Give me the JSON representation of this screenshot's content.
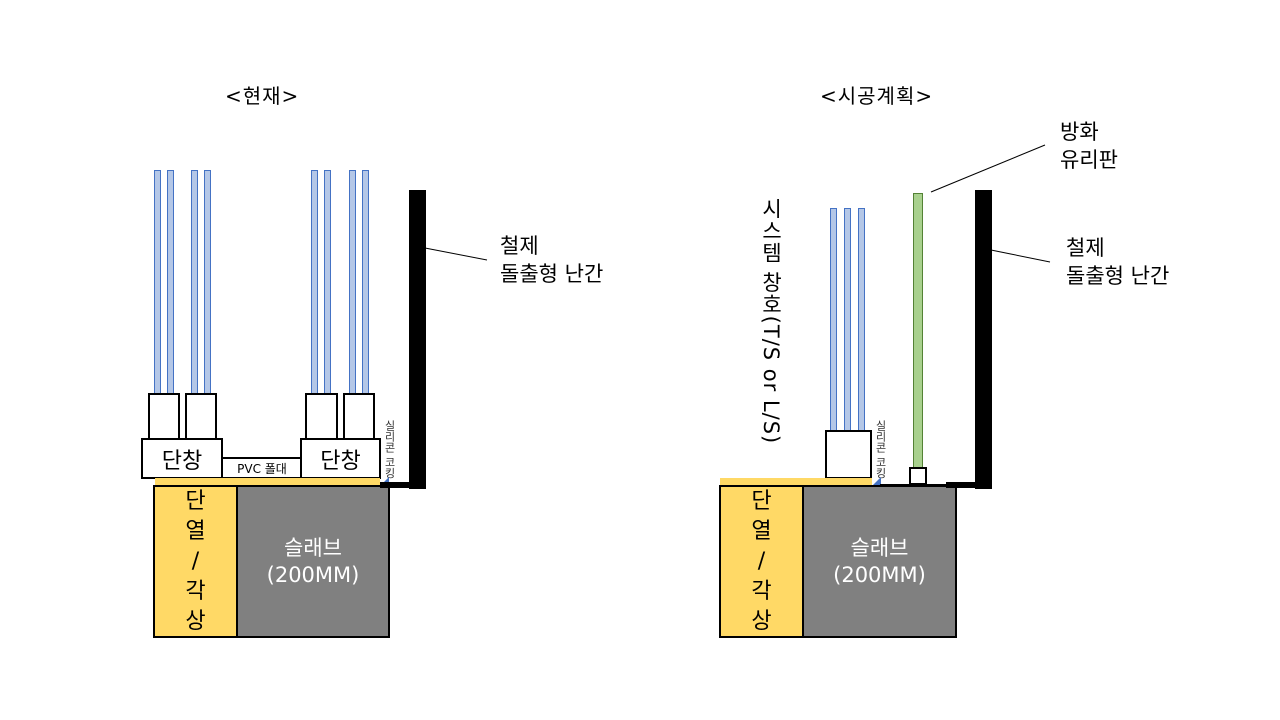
{
  "left": {
    "title": "<현재>",
    "window_label": "단창",
    "pvc_label": "PVC 폴대",
    "sealant_label": "실리콘 코킹",
    "insulation_chars": [
      "단",
      "열",
      "/",
      "각",
      "상"
    ],
    "slab_line1": "슬래브",
    "slab_line2": "(200MM)",
    "railing_line1": "철제",
    "railing_line2": "돌출형 난간"
  },
  "right": {
    "title": "<시공계획>",
    "window_label": "시스템 창호(T/S or L/S)",
    "sealant_label": "실리콘 코킹",
    "glass_line1": "방화",
    "glass_line2": "유리판",
    "insulation_chars": [
      "단",
      "열",
      "/",
      "각",
      "상"
    ],
    "slab_line1": "슬래브",
    "slab_line2": "(200MM)",
    "railing_line1": "철제",
    "railing_line2": "돌출형 난간"
  },
  "colors": {
    "glass": "#b4c7e7",
    "fire_glass": "#a9d18e",
    "insulation": "#ffd966",
    "slab": "#808080"
  }
}
